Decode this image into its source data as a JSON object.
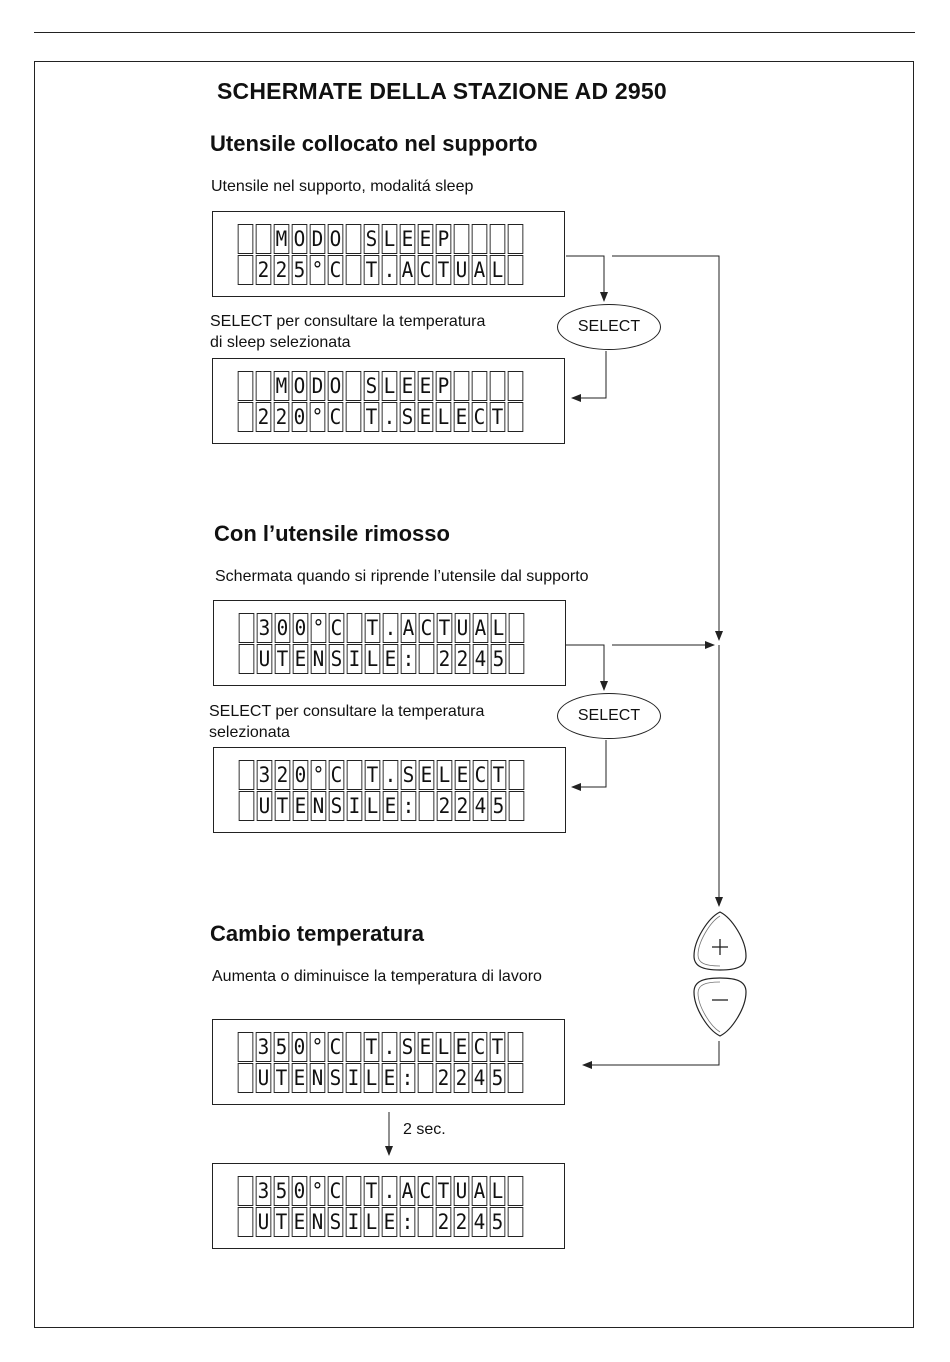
{
  "page_title": "SCHERMATE DELLA STAZIONE AD 2950",
  "sections": [
    {
      "heading": "Utensile collocato nel supporto",
      "caption": "Utensile nel supporto, modalitá sleep",
      "display1": {
        "row1": "  MODO SLEEP   ",
        "row2": " 225°C T.ACTUAL"
      },
      "select_caption_line1": "SELECT per consultare la temperatura",
      "select_caption_line2": "di sleep selezionata",
      "select_button": "SELECT",
      "display2": {
        "row1": "  MODO SLEEP   ",
        "row2": " 220°C T.SELECT"
      }
    },
    {
      "heading": "Con l’utensile rimosso",
      "caption": "Schermata quando si riprende l’utensile dal supporto",
      "display1": {
        "row1": " 300°C T.ACTUAL ",
        "row2": " UTENSILE: 2245 "
      },
      "select_caption_line1": "SELECT per consultare la temperatura",
      "select_caption_line2": "selezionata",
      "select_button": "SELECT",
      "display2": {
        "row1": " 320°C T.SELECT ",
        "row2": " UTENSILE: 2245 "
      }
    },
    {
      "heading": "Cambio temperatura",
      "caption": "Aumenta o diminuisce la temperatura di lavoro",
      "display1": {
        "row1": " 350°C T.SELECT ",
        "row2": " UTENSILE: 2245 "
      },
      "delay_label": "2 sec.",
      "display2": {
        "row1": " 350°C T.ACTUAL ",
        "row2": " UTENSILE: 2245 "
      }
    }
  ],
  "keys": {
    "plus": "+",
    "minus": "−"
  },
  "icons": {
    "plus_key": "plus-key-icon",
    "minus_key": "minus-key-icon"
  }
}
